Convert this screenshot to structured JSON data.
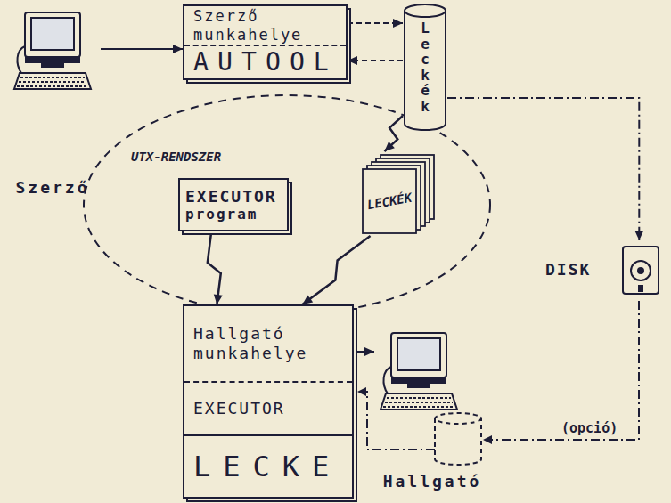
{
  "diagram": {
    "nodes": [
      {
        "text": [
          "Szerző"
        ]
      },
      {
        "text": [
          "Szerző munkahelye",
          "AUTOOL"
        ]
      },
      {
        "text": [
          "Leckék"
        ]
      },
      {
        "text": [
          "UTX-RENDSZER"
        ]
      },
      {
        "text": [
          "EXECUTOR",
          "program"
        ],
        "in": 3
      },
      {
        "text": [
          "LECKÉK"
        ],
        "in": 3
      },
      {
        "text": [
          "DISK"
        ]
      },
      {
        "text": [
          "Hallgató munkahelye",
          "EXECUTOR",
          "LECKE"
        ]
      },
      {
        "text": [
          "Hallgató"
        ]
      }
    ],
    "edges": [
      {
        "from": 0,
        "to": 1,
        "arrow": "to"
      },
      {
        "from": 1,
        "to": 2,
        "arrow": "to"
      },
      {
        "from": 2,
        "to": 1,
        "arrow": "to"
      },
      {
        "from": 2,
        "to": 5,
        "arrow": "to"
      },
      {
        "from": 2,
        "to": 6,
        "arrow": "to"
      },
      {
        "from": 4,
        "to": 7,
        "arrow": "to"
      },
      {
        "from": 5,
        "to": 7,
        "arrow": "to"
      },
      {
        "from": 7,
        "to": 8,
        "arrow": "to"
      }
    ],
    "labels": [
      "(opció)"
    ]
  }
}
